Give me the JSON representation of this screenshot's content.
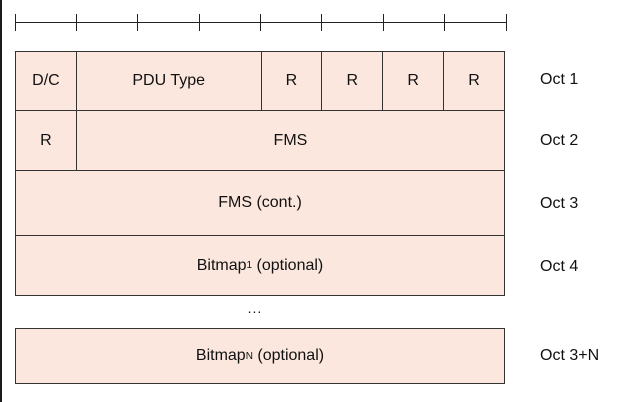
{
  "row1": {
    "cells": [
      "D/C",
      "PDU Type",
      "R",
      "R",
      "R",
      "R"
    ],
    "octet": "Oct 1"
  },
  "row2": {
    "cells": [
      "R",
      "FMS"
    ],
    "octet": "Oct 2"
  },
  "row3": {
    "cells": [
      "FMS (cont.)"
    ],
    "octet": "Oct 3"
  },
  "row4": {
    "prefix": "Bitmap",
    "sub": "1",
    "suffix": " (optional)",
    "octet": "Oct 4"
  },
  "ellipsis": "...",
  "row5": {
    "prefix": "Bitmap",
    "sub": "N",
    "suffix": " (optional)",
    "octet": "Oct 3+N"
  },
  "colors": {
    "cell_fill": "#fbe7dd",
    "border": "#333333"
  }
}
